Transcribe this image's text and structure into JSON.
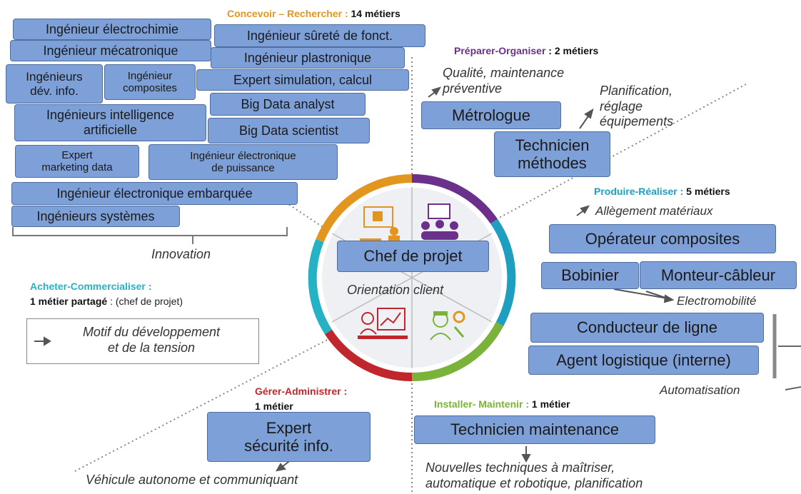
{
  "colors": {
    "concevoir": "#e3961f",
    "preparer": "#6b2f8c",
    "produire": "#1f9fc0",
    "installer": "#7bb33a",
    "gerer": "#c0272d",
    "acheter": "#25b2c4",
    "box_fill": "#7ea0d8",
    "box_border": "#4f6d9e"
  },
  "sections": {
    "concevoir": {
      "name": "Concevoir – Rechercher :",
      "count": "14 métiers"
    },
    "preparer": {
      "name": "Préparer-Organiser",
      "count": ": 2 métiers"
    },
    "produire": {
      "name": "Produire-Réaliser :",
      "count": "5 métiers"
    },
    "installer": {
      "name": "Installer- Maintenir :",
      "count": "1 métier"
    },
    "gerer": {
      "name": "Gérer-Administrer :",
      "count": "1 métier"
    },
    "acheter": {
      "name": "Acheter-Commercialiser :",
      "count": "1 métier partagé",
      "detail": ": (chef de projet)"
    }
  },
  "concevoir_boxes": [
    "Ingénieur électrochimie",
    "Ingénieur sûreté de fonct.",
    "Ingénieur mécatronique",
    "Ingénieur plastronique",
    "Ingénieurs\ndév. info.",
    "Ingénieur\ncomposites",
    "Expert simulation, calcul",
    "Big Data analyst",
    "Ingénieurs intelligence\nartificielle",
    "Big Data scientist",
    "Expert\nmarketing data",
    "Ingénieur électronique\nde puissance",
    "Ingénieur électronique embarquée",
    "Ingénieurs systèmes"
  ],
  "preparer_boxes": [
    "Métrologue",
    "Technicien\nméthodes"
  ],
  "produire_boxes": [
    "Opérateur composites",
    "Bobinier",
    "Monteur-câbleur",
    "Conducteur de ligne",
    "Agent logistique (interne)"
  ],
  "installer_boxes": [
    "Technicien maintenance"
  ],
  "gerer_boxes": [
    "Expert\nsécurité info."
  ],
  "center": {
    "box": "Chef de projet",
    "subtitle": "Orientation client"
  },
  "notes": {
    "innovation": "Innovation",
    "qualite": "Qualité, maintenance\npréventive",
    "planification": "Planification,\nréglage\néquipements",
    "allegement": "Allègement matériaux",
    "electromobilite": "Electromobilité",
    "automatisation": "Automatisation",
    "nouvelles": "Nouvelles techniques à maîtriser,\nautomatique et robotique, planification",
    "vehicule": "Véhicule autonome et communiquant"
  },
  "legend": {
    "text": "Motif du développement\net de la tension"
  },
  "icons": [
    "designer-icon",
    "team-meeting-icon",
    "data-analysis-icon",
    "technician-tools-icon"
  ]
}
